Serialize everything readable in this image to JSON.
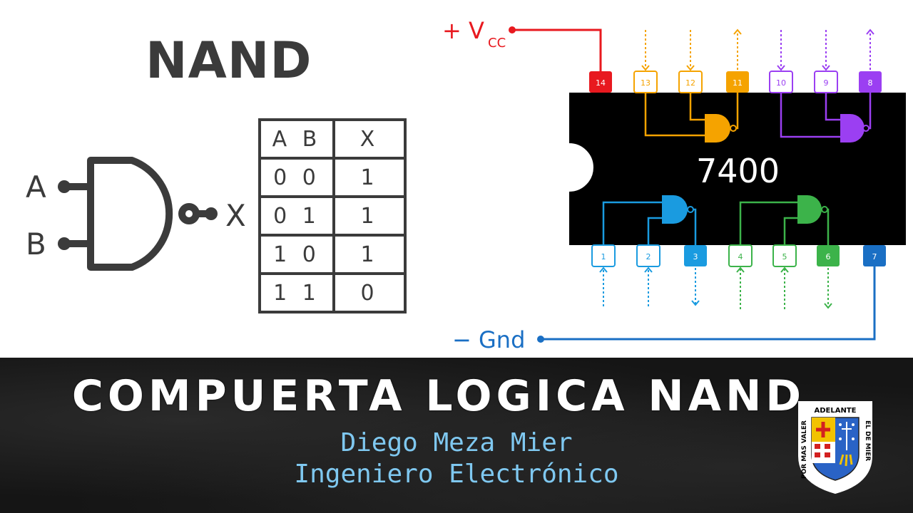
{
  "gate": {
    "title": "NAND",
    "input_a": "A",
    "input_b": "B",
    "output": "X"
  },
  "truth_table": {
    "headers": [
      "A B",
      "X"
    ],
    "rows": [
      [
        "0 0",
        "1"
      ],
      [
        "0 1",
        "1"
      ],
      [
        "1 0",
        "1"
      ],
      [
        "1 1",
        "0"
      ]
    ]
  },
  "ic": {
    "part_number": "7400",
    "vcc_label": "+ V",
    "vcc_subscript": "CC",
    "gnd_label": "− Gnd",
    "top_pins": [
      "14",
      "13",
      "12",
      "11",
      "10",
      "9",
      "8"
    ],
    "bottom_pins": [
      "1",
      "2",
      "3",
      "4",
      "5",
      "6",
      "7"
    ],
    "colors": {
      "vcc": "#e8191f",
      "gate_orange": "#f5a300",
      "gate_purple": "#9b3ff2",
      "gate_blue": "#1a9be0",
      "gate_green": "#3cb34a",
      "gnd": "#1a6fc4"
    }
  },
  "banner": {
    "title": "COMPUERTA LOGICA NAND",
    "author": "Diego Meza Mier",
    "profession": "Ingeniero Electrónico"
  },
  "crest": {
    "top_text": "ADELANTE",
    "left_text": "POR MAS VALER",
    "right_text": "EL DE MIER"
  }
}
